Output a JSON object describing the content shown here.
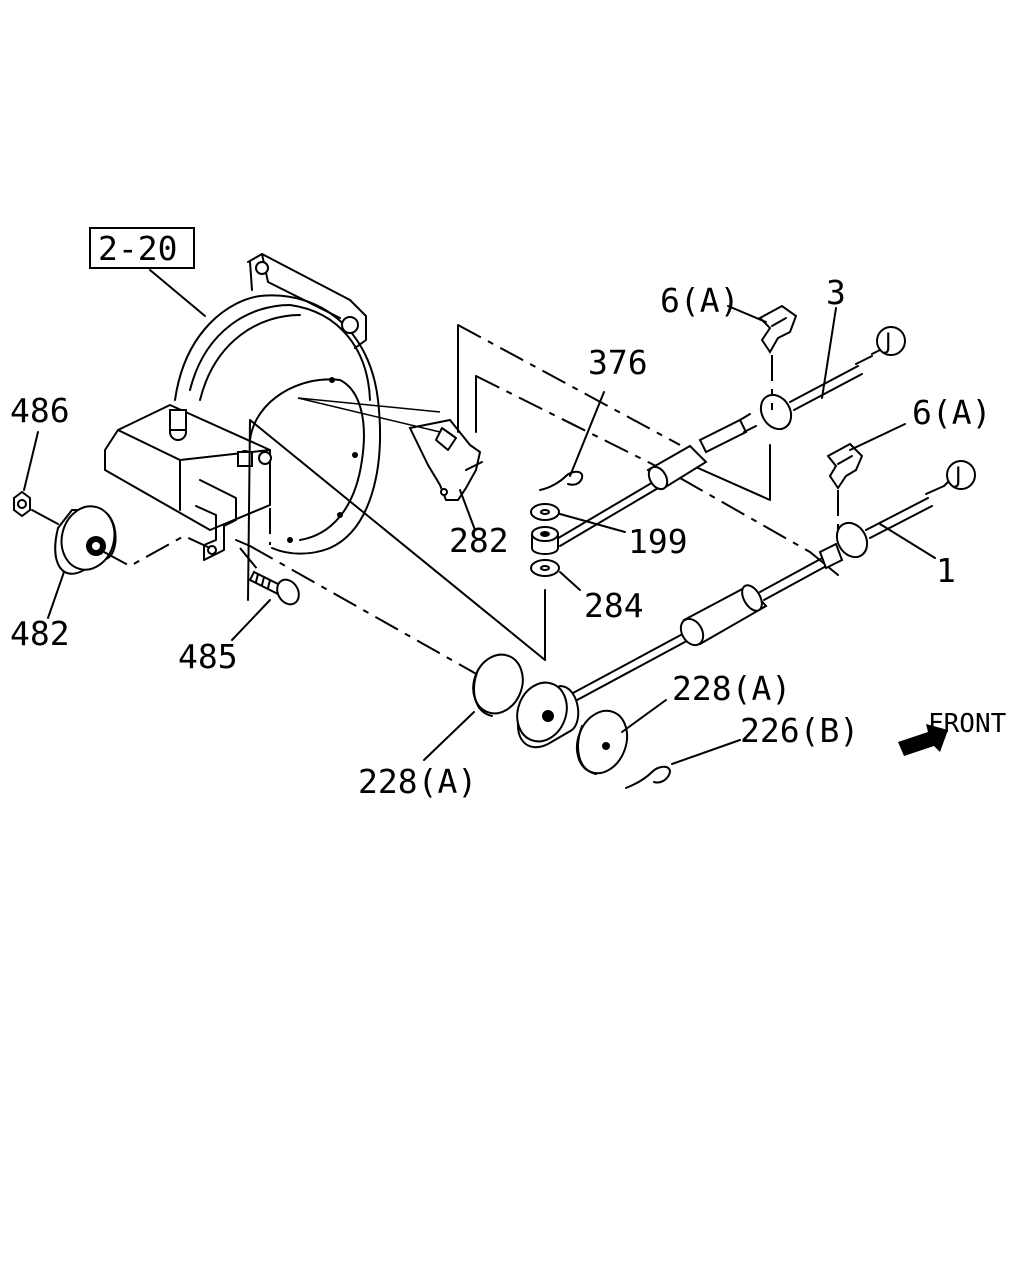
{
  "ref_box": "2-20",
  "callouts": {
    "c486": "486",
    "c482": "482",
    "c485": "485",
    "c282": "282",
    "c376": "376",
    "c199": "199",
    "c284": "284",
    "c6a_top": "6(A)",
    "c3": "3",
    "c6a_right": "6(A)",
    "c1": "1",
    "c228a_left": "228(A)",
    "c228a_right": "228(A)",
    "c226b": "226(B)"
  },
  "connector_top": "J",
  "connector_bottom": "J",
  "front_label": "FRONT"
}
